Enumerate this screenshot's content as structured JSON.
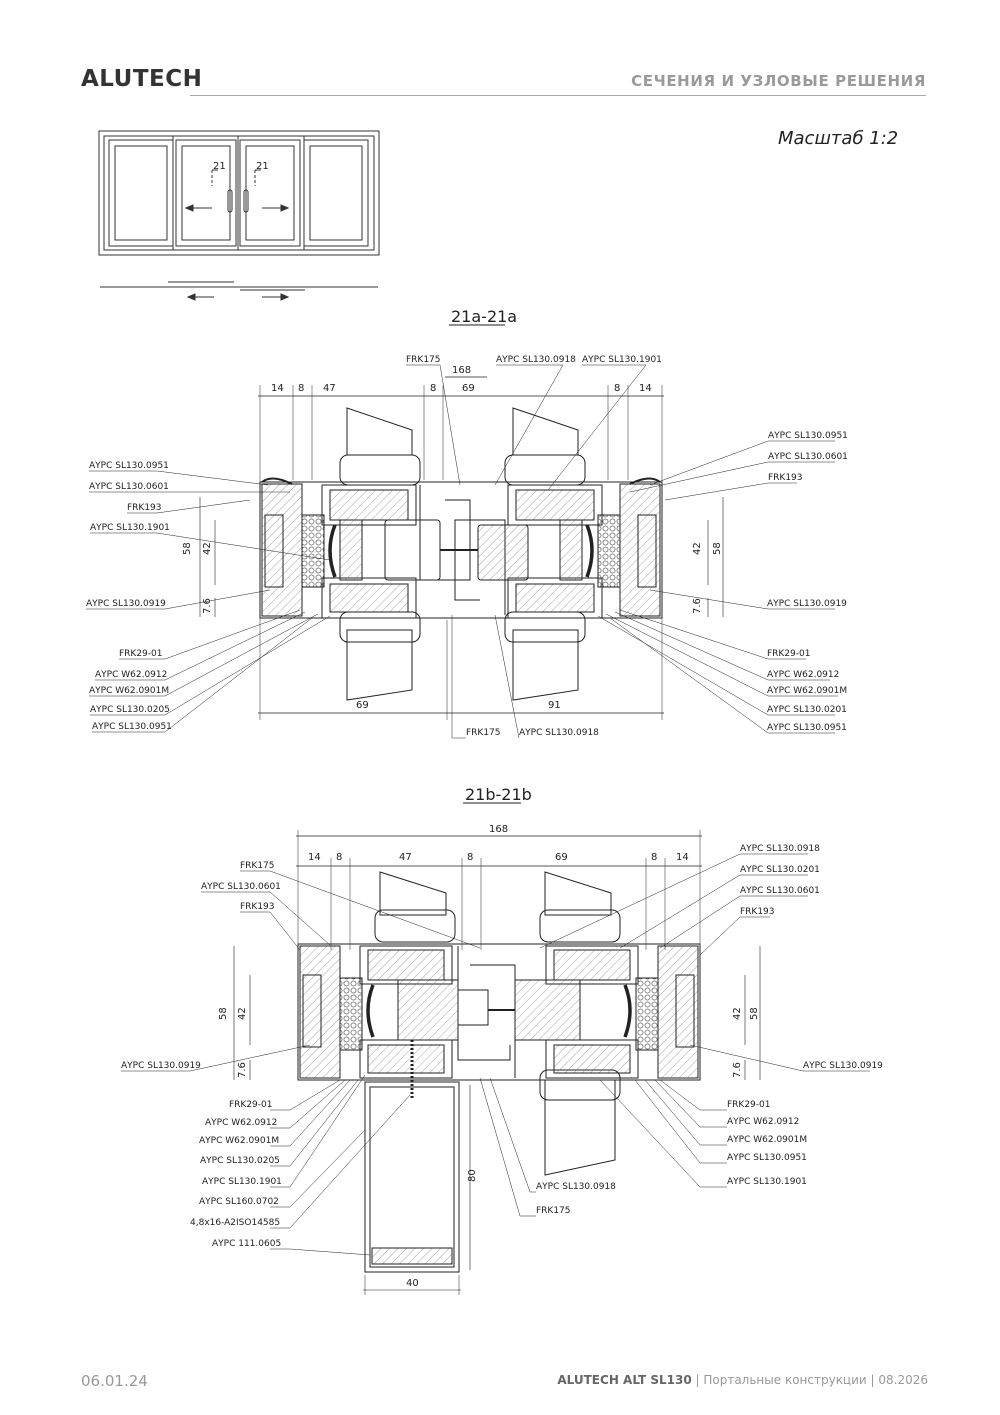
{
  "header": {
    "brand": "ALUTECH",
    "section_title": "СЕЧЕНИЯ И УЗЛОВЫЕ РЕШЕНИЯ"
  },
  "scale_label": "Масштаб 1:2",
  "elevation": {
    "cut_marks": [
      "21",
      "21"
    ]
  },
  "section_a": {
    "title": "21a-21a",
    "top_dims": [
      "14",
      "8",
      "47",
      "8",
      "69",
      "8",
      "14"
    ],
    "overall_dim": "168",
    "side_dims": [
      "58",
      "42",
      "7.6"
    ],
    "bottom_dims": [
      "69",
      "91"
    ],
    "labels_top": [
      "FRK175",
      "АYPC SL130.0918",
      "АYPC SL130.1901"
    ],
    "labels_left": [
      "АYPC SL130.0951",
      "АYPC SL130.0601",
      "FRK193",
      "АYPC SL130.1901",
      "АYPC SL130.0919",
      "FRK29-01",
      "АYPC W62.0912",
      "АYPC W62.0901M",
      "АYPC SL130.0205",
      "АYPC SL130.0951"
    ],
    "labels_right": [
      "АYPC SL130.0951",
      "АYPC SL130.0601",
      "FRK193",
      "АYPC SL130.0919",
      "FRK29-01",
      "АYPC W62.0912",
      "АYPC W62.0901M",
      "АYPC SL130.0201",
      "АYPC SL130.0951"
    ],
    "labels_bottom": [
      "FRK175",
      "АYPC SL130.0918"
    ]
  },
  "section_b": {
    "title": "21b-21b",
    "overall_dim": "168",
    "top_dims": [
      "14",
      "8",
      "47",
      "8",
      "69",
      "8",
      "14"
    ],
    "side_dims": [
      "58",
      "42",
      "7.6"
    ],
    "post_dims": [
      "80",
      "40"
    ],
    "labels_left_top": [
      "FRK175",
      "АYPC SL130.0601",
      "FRK193"
    ],
    "labels_right_top": [
      "АYPC SL130.0918",
      "АYPC SL130.0201",
      "АYPC SL130.0601",
      "FRK193"
    ],
    "label_left_mid": "АYPC SL130.0919",
    "label_right_mid": "АYPC SL130.0919",
    "labels_left_bottom": [
      "FRK29-01",
      "АYPC W62.0912",
      "АYPC W62.0901M",
      "АYPC SL130.0205",
      "АYPC SL130.1901",
      "АYPC SL160.0702",
      "4,8x16-A2ISO14585",
      "АYPC 111.0605"
    ],
    "labels_right_bottom": [
      "FRK29-01",
      "АYPC W62.0912",
      "АYPC W62.0901M",
      "АYPC SL130.0951",
      "АYPC SL130.1901"
    ],
    "labels_center_bottom": [
      "АYPC SL130.0918",
      "FRK175"
    ]
  },
  "footer": {
    "date": "06.01.24",
    "product": "ALUTECH ALT SL130",
    "description": " | Портальные конструкции | 08.2026"
  }
}
